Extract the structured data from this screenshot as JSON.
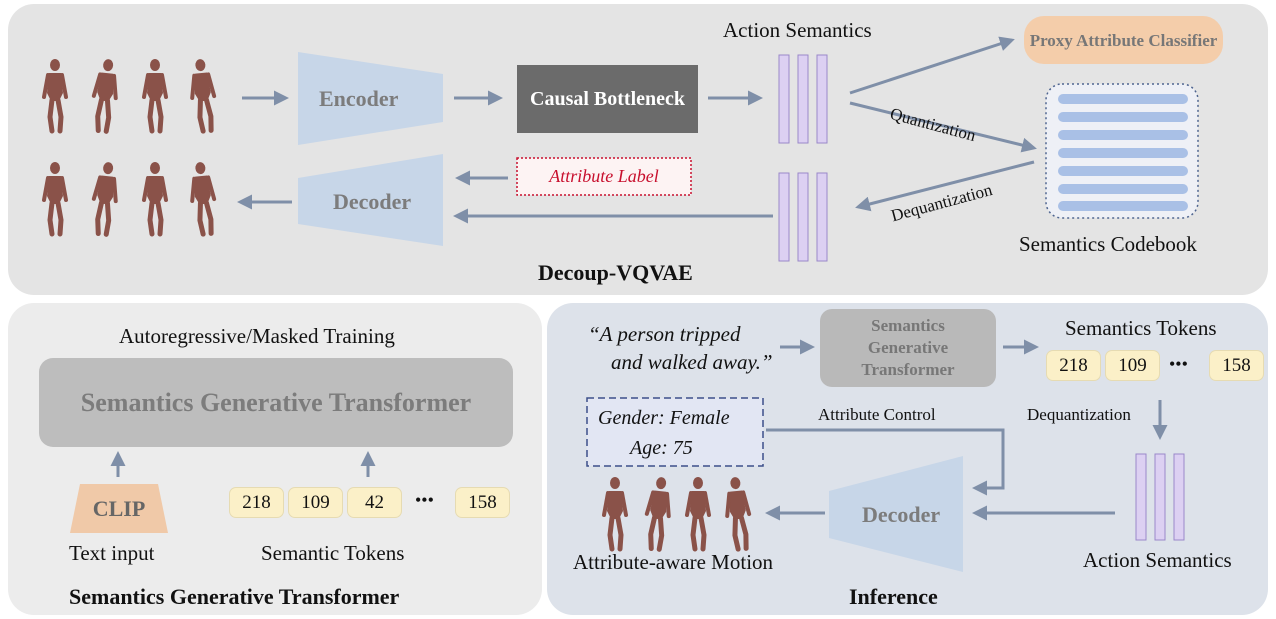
{
  "top": {
    "title": "Decoup-VQVAE",
    "encoder": "Encoder",
    "decoder": "Decoder",
    "causal_bottleneck": "Causal Bottleneck",
    "action_semantics": "Action Semantics",
    "proxy_classifier": "Proxy Attribute Classifier",
    "quantization": "Quantization",
    "dequantization": "Dequantization",
    "codebook_label": "Semantics Codebook",
    "attribute_label": "Attribute Label"
  },
  "bottom_left": {
    "title": "Semantics Generative Transformer",
    "training": "Autoregressive/Masked Training",
    "transformer": "Semantics Generative Transformer",
    "clip": "CLIP",
    "text_input": "Text input",
    "semantic_tokens": "Semantic Tokens",
    "tokens": [
      "218",
      "109",
      "42",
      "158"
    ],
    "ellipsis": "•••"
  },
  "bottom_right": {
    "title": "Inference",
    "prompt_line1": "“A person tripped",
    "prompt_line2": "and walked away.”",
    "transformer": "Semantics Generative Transformer",
    "tokens_label": "Semantics Tokens",
    "tokens": [
      "218",
      "109",
      "158"
    ],
    "ellipsis": "•••",
    "dequantization": "Dequantization",
    "attr_line1": "Gender: Female",
    "attr_line2": "Age: 75",
    "attribute_control": "Attribute Control",
    "decoder": "Decoder",
    "action_semantics": "Action Semantics",
    "motion_label": "Attribute-aware Motion"
  },
  "colors": {
    "trapezoid": "#c7d6e8",
    "bottleneck": "#6b6b6b",
    "semantic_bar": "#dcd0f2",
    "semantic_bar_edge": "#9a88c9",
    "proxy": "#f4cdaa",
    "codebook_stripe": "#a9c0e6",
    "token": "#fbf0c8",
    "arrow": "#7f8fa8",
    "attribute_red": "#c8102e",
    "attr_box_edge": "#3c4f8a",
    "clip": "#f0c9a8",
    "figure": "#8a5249"
  }
}
